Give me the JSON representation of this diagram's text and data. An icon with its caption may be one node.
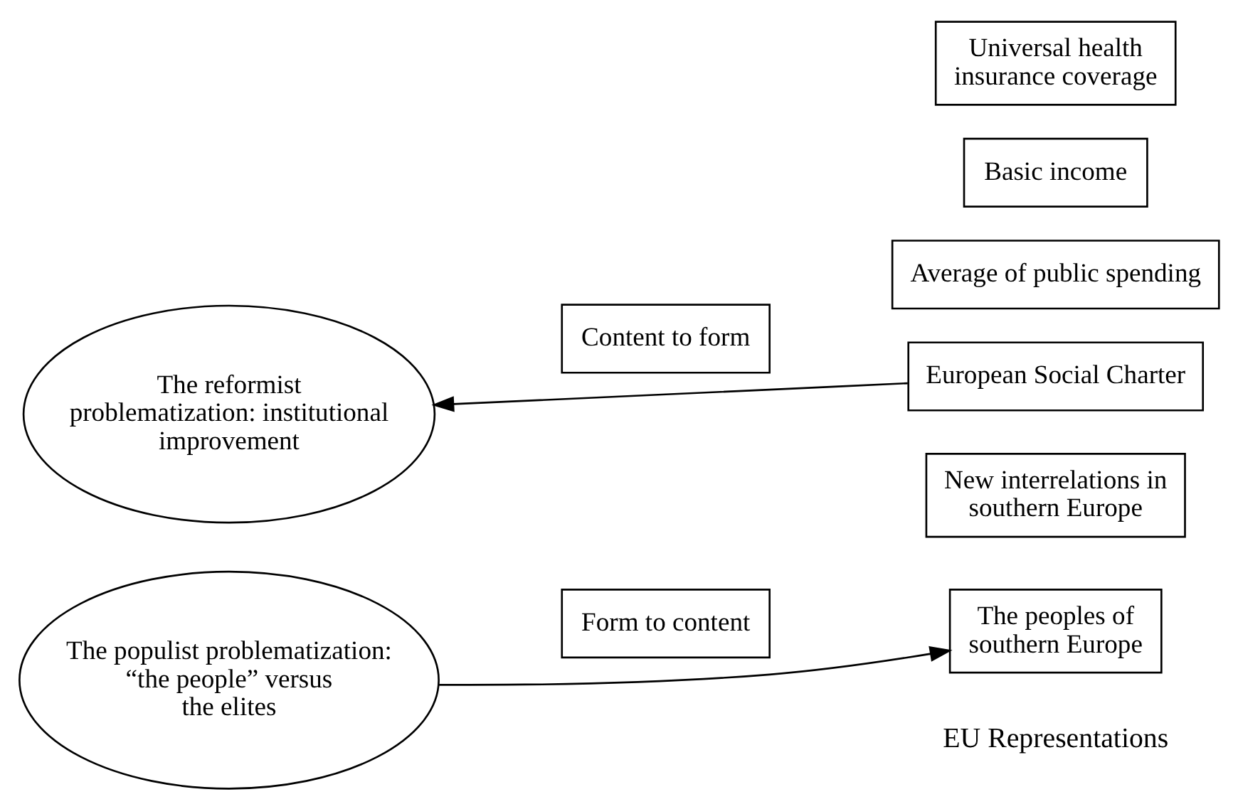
{
  "diagram": {
    "nodes": [
      {
        "text": [
          "The populist problematization: “the people” versus the elites"
        ]
      },
      {
        "text": [
          "Form to content"
        ]
      },
      {
        "text": [
          "The peoples of southern Europe"
        ]
      },
      {
        "text": [
          "New interrelations in southern Europe"
        ]
      },
      {
        "text": [
          "The reformist problematization: institutional improvement"
        ]
      },
      {
        "text": [
          "Content to form"
        ]
      },
      {
        "text": [
          "European Social Charter"
        ]
      },
      {
        "text": [
          "Average of public spending"
        ]
      },
      {
        "text": [
          "Basic income"
        ]
      },
      {
        "text": [
          "Universal health insurance coverage"
        ]
      }
    ],
    "edges": [
      {
        "from": 0,
        "to": 2,
        "arrow": "to"
      },
      {
        "from": 6,
        "to": 4,
        "arrow": "to"
      }
    ],
    "labels": [
      "EU Representations"
    ]
  }
}
